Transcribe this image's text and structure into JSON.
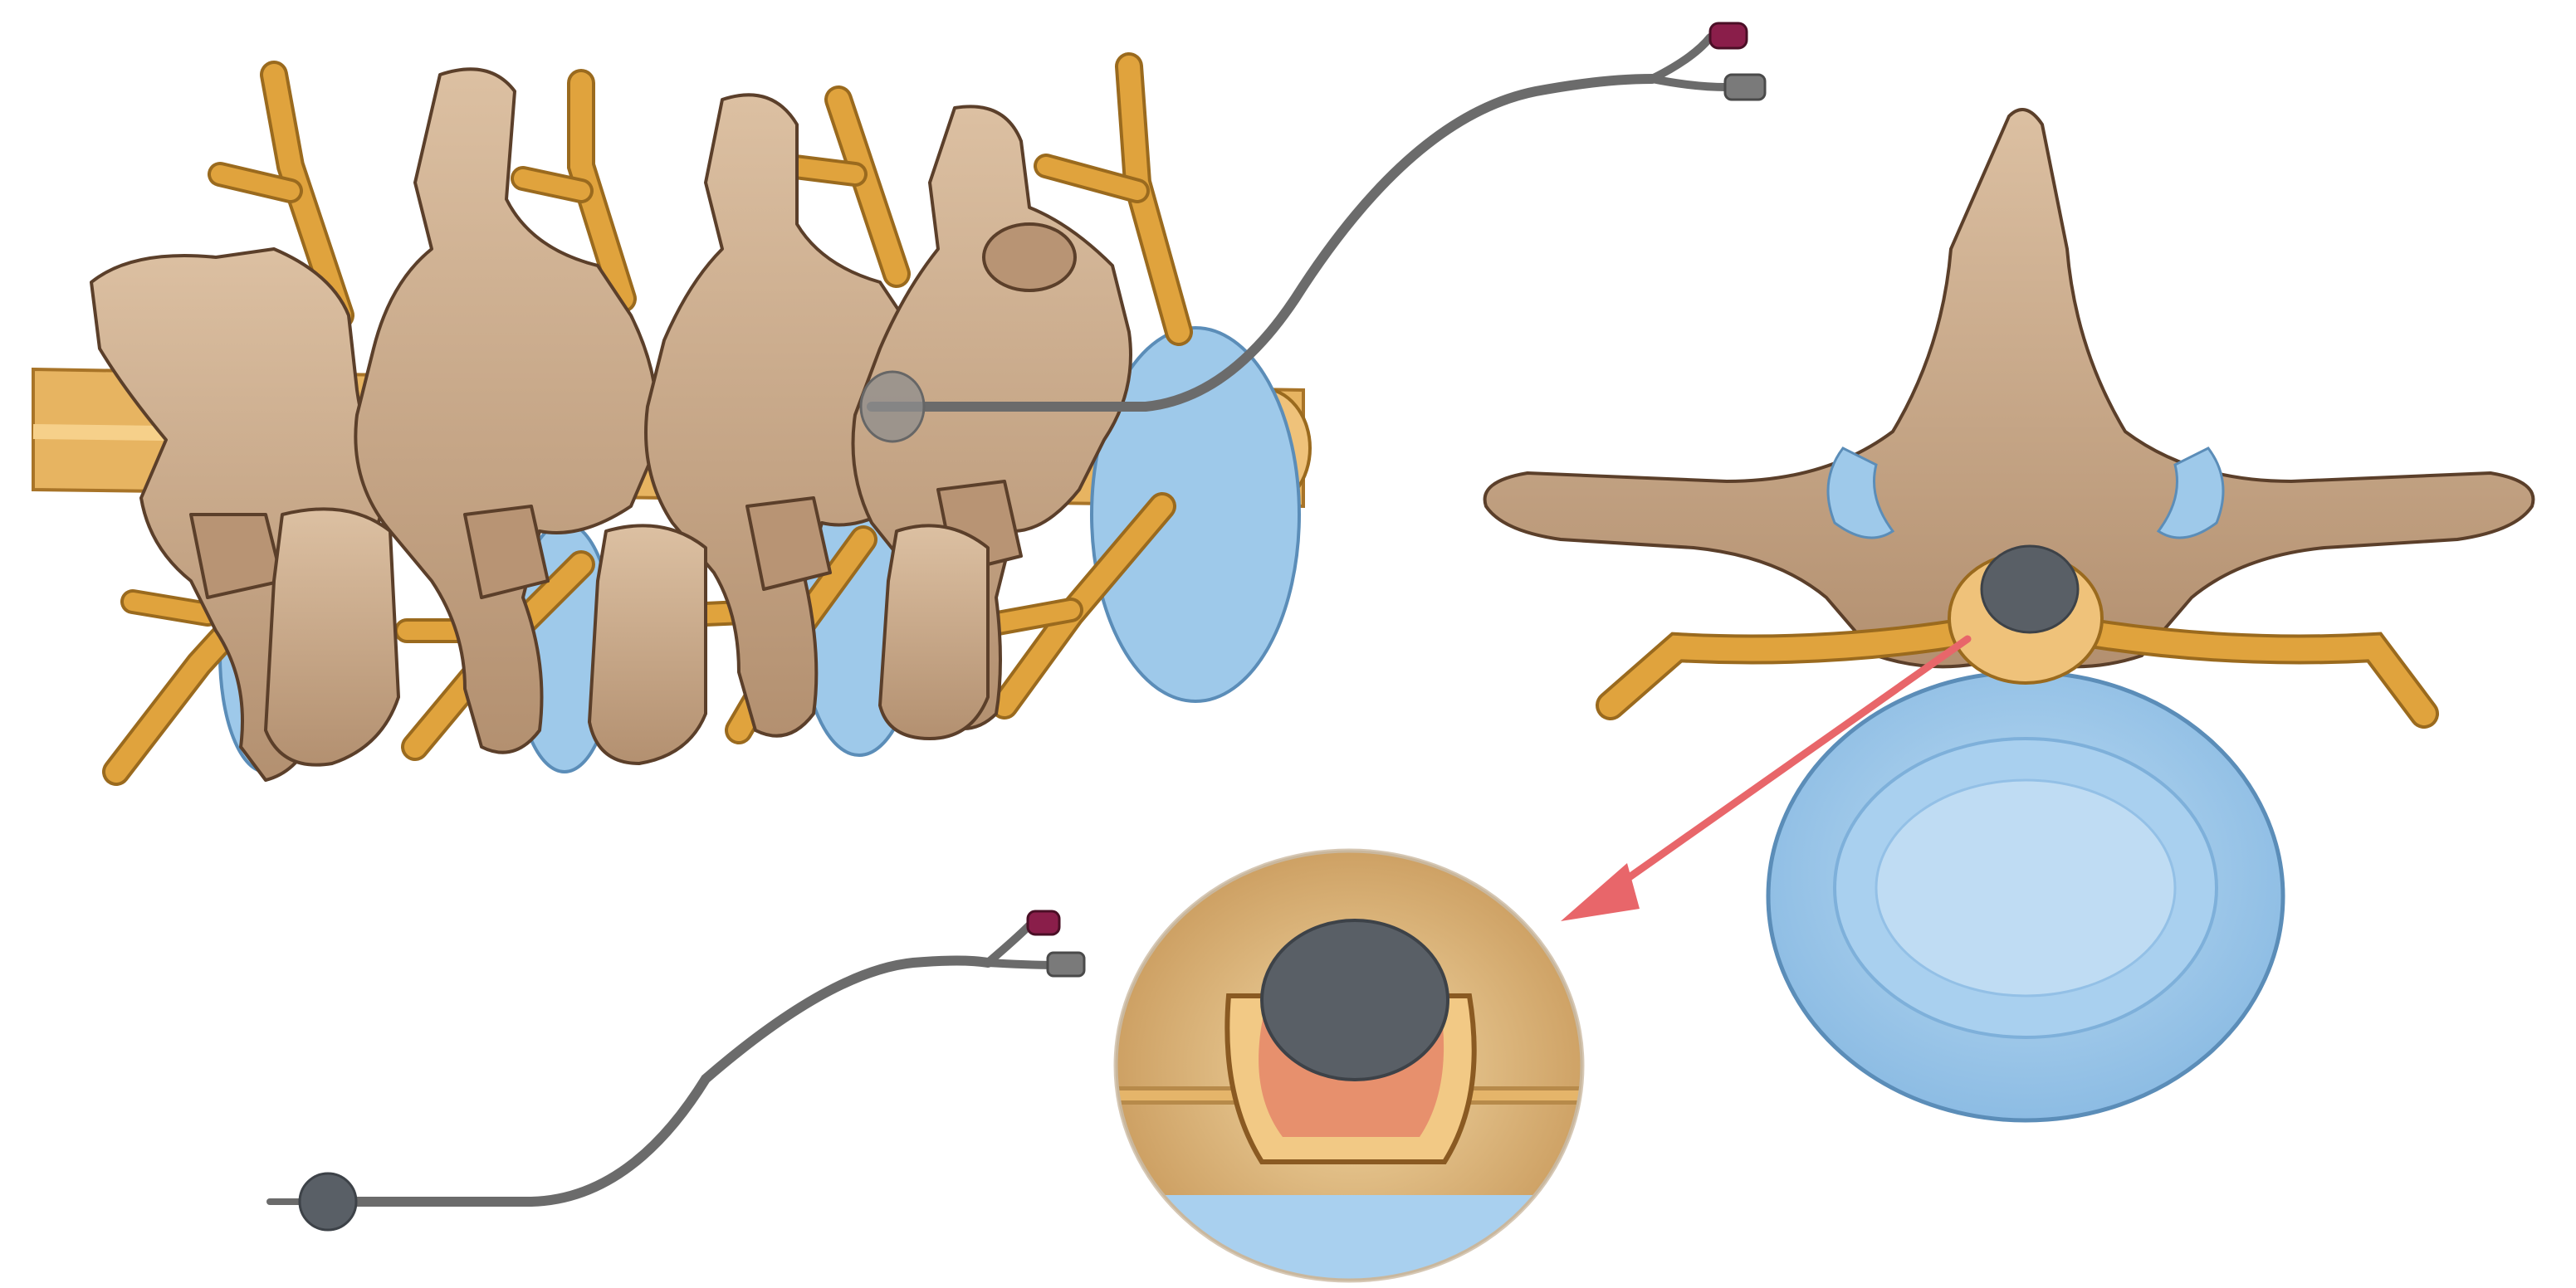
{
  "scene": {
    "colors": {
      "background": "#ffffff",
      "bone": "#c9a98a",
      "bone_outline": "#5b3f2a",
      "nerve": "#e0a33d",
      "disc": "#9ec9ea",
      "catheter": "#6b6b6b",
      "catheter_tip": "#8a1e4a",
      "balloon": "#595f66",
      "hematoma": "#e58a6a",
      "arrow": "#e8666a"
    },
    "icons": [
      "lumbar-spine-lateral-view",
      "vertebra-axial-view",
      "magnified-spinal-canal-inset",
      "balloon-catheter",
      "pointer-arrow"
    ]
  }
}
